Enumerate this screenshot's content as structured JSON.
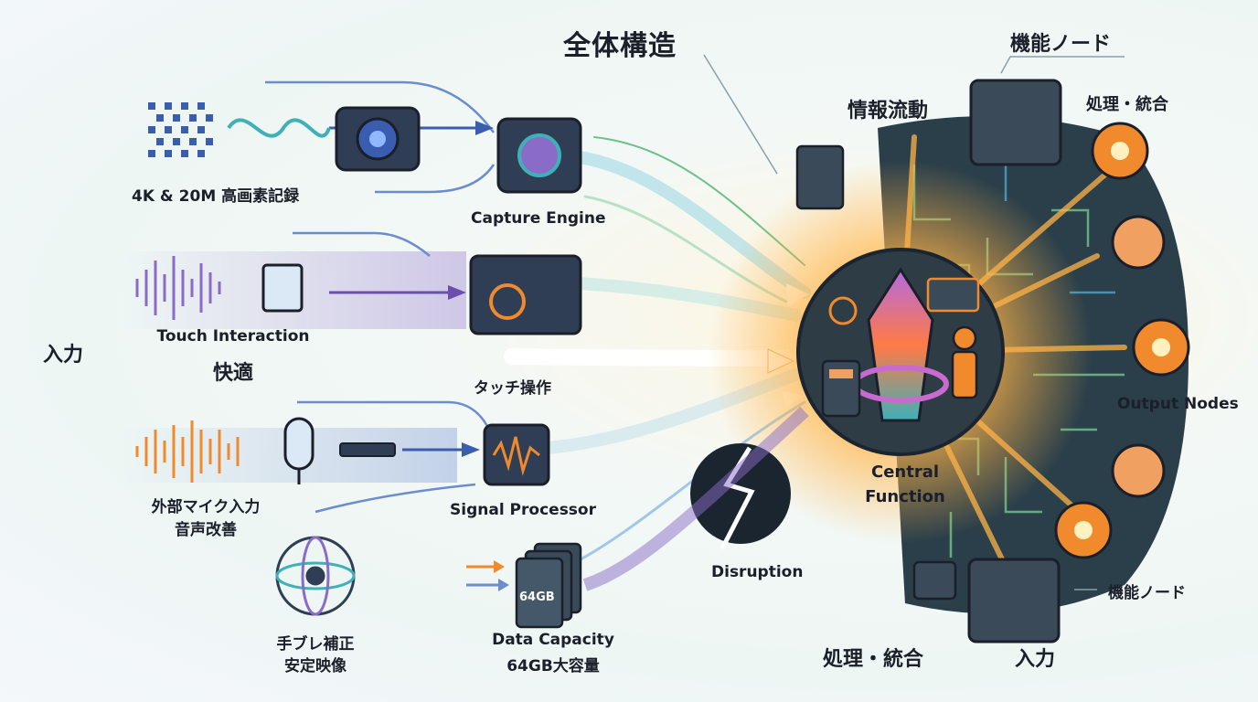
{
  "title": "全体構造",
  "labels": {
    "input_left": "入力",
    "input_bottom": "入力",
    "processing_bottom": "処理・統合",
    "info_flow": "情報流動",
    "function_node_top": "機能ノード",
    "function_node_bottom": "機能ノード",
    "processing_top": "処理・統合",
    "output_nodes": "Output Nodes",
    "central_function_line1": "Central",
    "central_function_line2": "Function",
    "disruption": "Disruption"
  },
  "inputs": [
    {
      "id": "hires",
      "label": "4K & 20M 高画素記録",
      "icon": "camera-icon"
    },
    {
      "id": "touch",
      "label_line1": "Touch Interaction",
      "label_line2": "快適",
      "icon": "touch-document-icon"
    },
    {
      "id": "mic",
      "label_line1": "外部マイク入力",
      "label_line2": "音声改善",
      "icon": "microphone-icon"
    },
    {
      "id": "stabilize",
      "label_line1": "手ブレ補正",
      "label_line2": "安定映像",
      "icon": "gyro-icon"
    }
  ],
  "processors": [
    {
      "id": "capture",
      "label": "Capture Engine",
      "icon": "lens-chip-icon"
    },
    {
      "id": "touch_op",
      "label": "タッチ操作",
      "icon": "touch-panel-icon"
    },
    {
      "id": "signal",
      "label": "Signal Processor",
      "icon": "waveform-chip-icon"
    },
    {
      "id": "data",
      "label_line1": "Data Capacity",
      "label_line2": "64GB大容量",
      "card_text": "64GB",
      "icon": "sd-card-icon"
    }
  ],
  "colors": {
    "navy": "#2b3a5c",
    "orange": "#f08a2c",
    "purple": "#8a6cc8",
    "teal": "#3fb0b8",
    "green": "#6cc08a",
    "dark_panel": "#2a3f4a"
  }
}
